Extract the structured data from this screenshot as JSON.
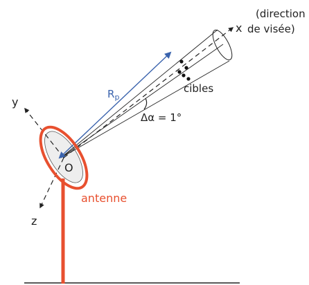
{
  "colors": {
    "antenna": "#e8502f",
    "range_arrow": "#3a63ad",
    "ink": "#222222",
    "dish_fill": "#eeeeee"
  },
  "labels": {
    "direction_line1": "(direction",
    "direction_line2": "de visée)",
    "axis_x": "x",
    "axis_y": "y",
    "axis_z": "z",
    "origin": "O",
    "range": "R",
    "range_subscript": "p",
    "targets": "cibles",
    "beam_width": "Δα = 1°",
    "antenna": "antenne"
  },
  "icons": [
    "arrow-head-icon"
  ]
}
